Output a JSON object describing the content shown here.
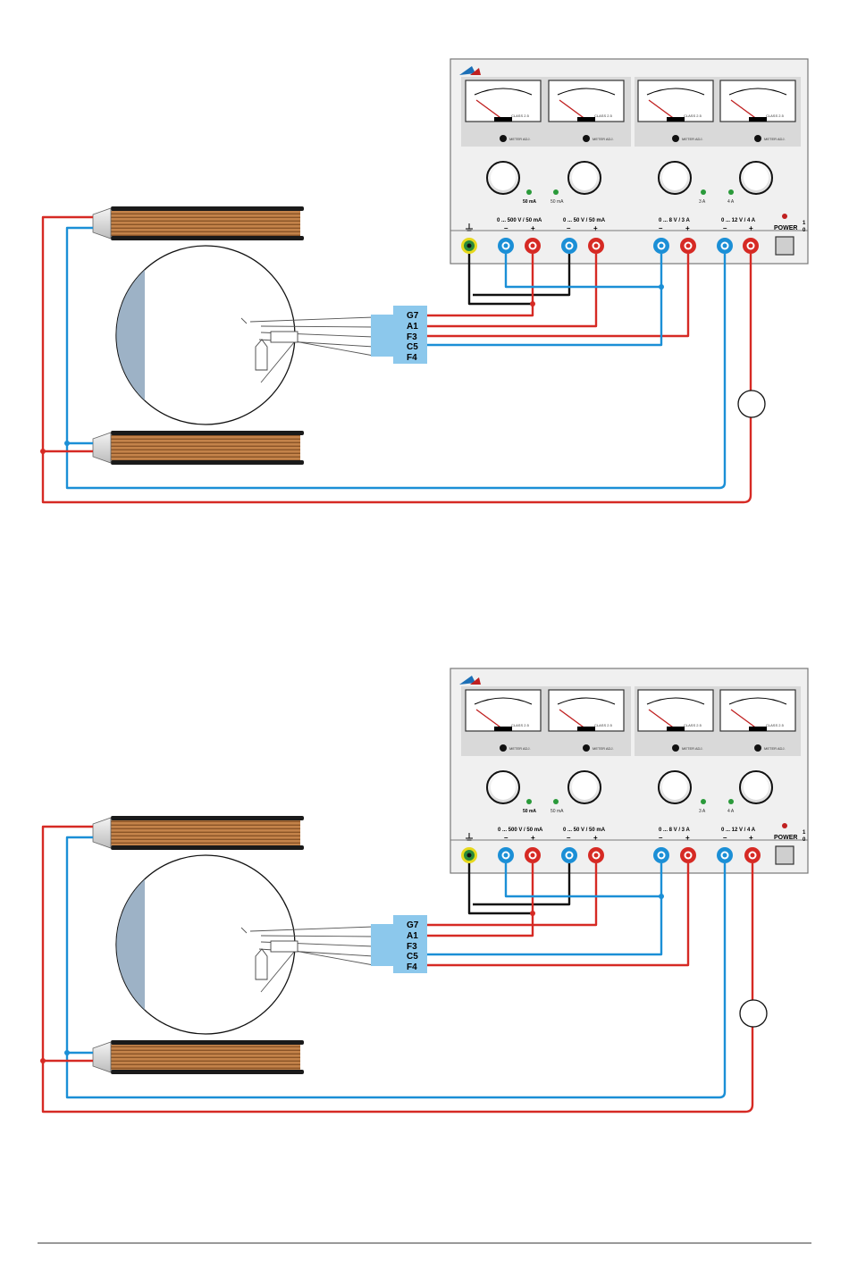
{
  "diagrams": [
    {
      "connector_pins": [
        "G7",
        "A1",
        "F3",
        "C5",
        "F4"
      ],
      "supply": {
        "section_labels": [
          "0 ... 500 V / 50 mA",
          "0 ... 50 V / 50 mA",
          "0 ... 8 V / 3 A",
          "0 ... 12 V / 4 A"
        ],
        "minus": "–",
        "plus": "+",
        "power_label": "POWER",
        "switch_on": "1",
        "switch_off": "0",
        "current_labels": [
          "50 mA",
          "50 mA",
          "3 A",
          "4 A"
        ],
        "meter_caption": "CLASS 2.5",
        "adjust_caption": "METER ADJ."
      }
    },
    {
      "connector_pins": [
        "G7",
        "A1",
        "F3",
        "C5",
        "F4"
      ],
      "supply": {
        "section_labels": [
          "0 ... 500 V / 50 mA",
          "0 ... 50 V / 50 mA",
          "0 ... 8 V / 3 A",
          "0 ... 12 V / 4 A"
        ],
        "minus": "–",
        "plus": "+",
        "power_label": "POWER",
        "switch_on": "1",
        "switch_off": "0",
        "current_labels": [
          "50 mA",
          "50 mA",
          "3 A",
          "4 A"
        ],
        "meter_caption": "CLASS 2.5",
        "adjust_caption": "METER ADJ."
      }
    }
  ],
  "colors": {
    "red_wire": "#d62a24",
    "blue_wire": "#1b8fd6",
    "black_wire": "#111111",
    "coil_copper": "#b8763c",
    "connector": "#8cc8ec",
    "screen": "#9db2c6",
    "panel": "#ececec"
  }
}
